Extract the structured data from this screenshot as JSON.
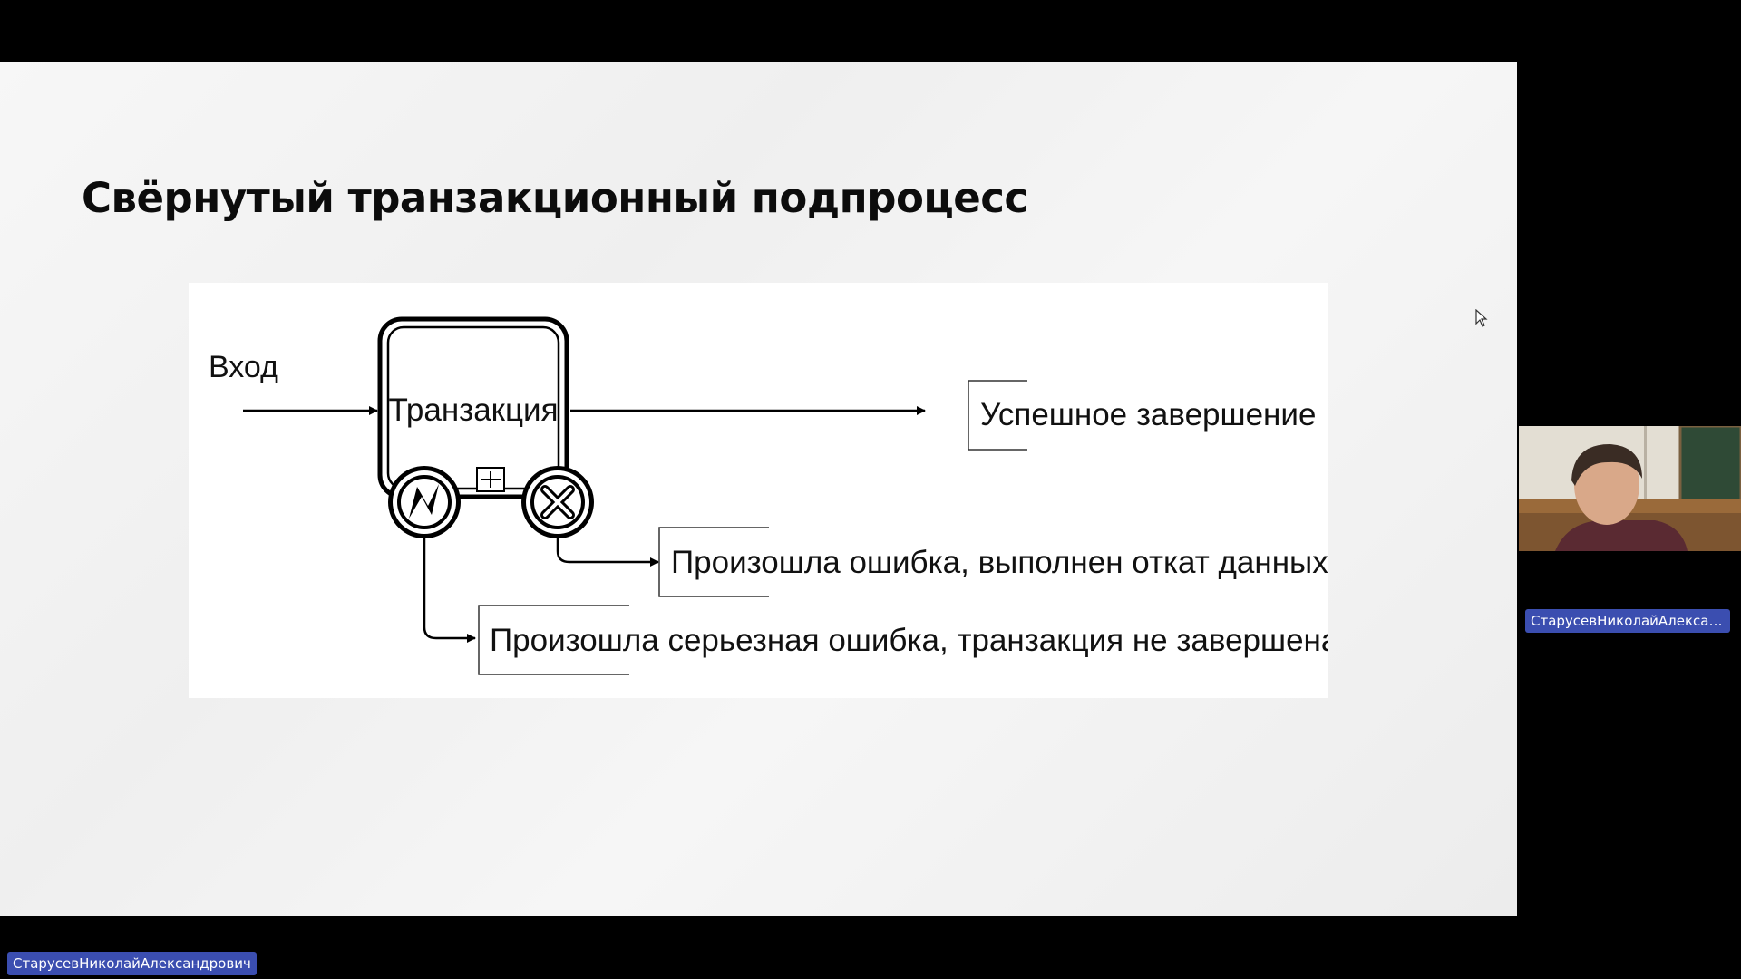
{
  "slide": {
    "title": "Свёрнутый транзакционный подпроцесс"
  },
  "diagram": {
    "input_label": "Вход",
    "subprocess_label": "Транзакция",
    "success_label": "Успешное завершение",
    "cancel_label": "Произошла ошибка, выполнен откат данных",
    "error_label": "Произошла серьезная ошибка, транзакция не завершена"
  },
  "participants": {
    "webcam_name": "СтарусевНиколайАлексан...",
    "presenter_name": "СтарусевНиколайАлександрович"
  },
  "colors": {
    "name_tag": "#3b4eb0",
    "background": "#000000",
    "slide": "#f2f2f2"
  }
}
